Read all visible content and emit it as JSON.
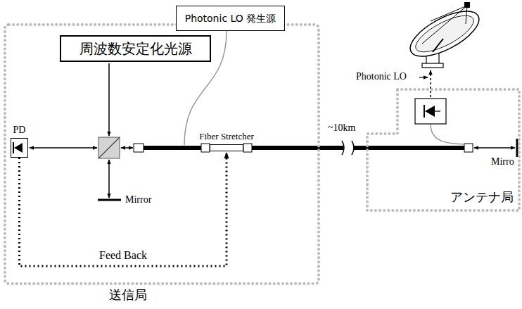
{
  "diagram": {
    "nodes": [
      {
        "text": [
          "送信局"
        ]
      },
      {
        "text": [
          "Photonic LO 発生源"
        ],
        "in": 0
      },
      {
        "text": [
          "周波数安定化光源"
        ],
        "in": 0
      },
      {
        "text": [
          "PD"
        ],
        "in": 0
      },
      {
        "text": [
          "Fiber Stretcher"
        ],
        "in": 0
      },
      {
        "text": [
          "アンテナ局"
        ]
      }
    ],
    "edges": [
      {
        "from": 3,
        "to": 4,
        "arrow": "to",
        "label": "Feed Back"
      }
    ],
    "labels": [
      "~10km",
      "Photonic LO",
      "Mirror",
      "Mirro"
    ]
  }
}
